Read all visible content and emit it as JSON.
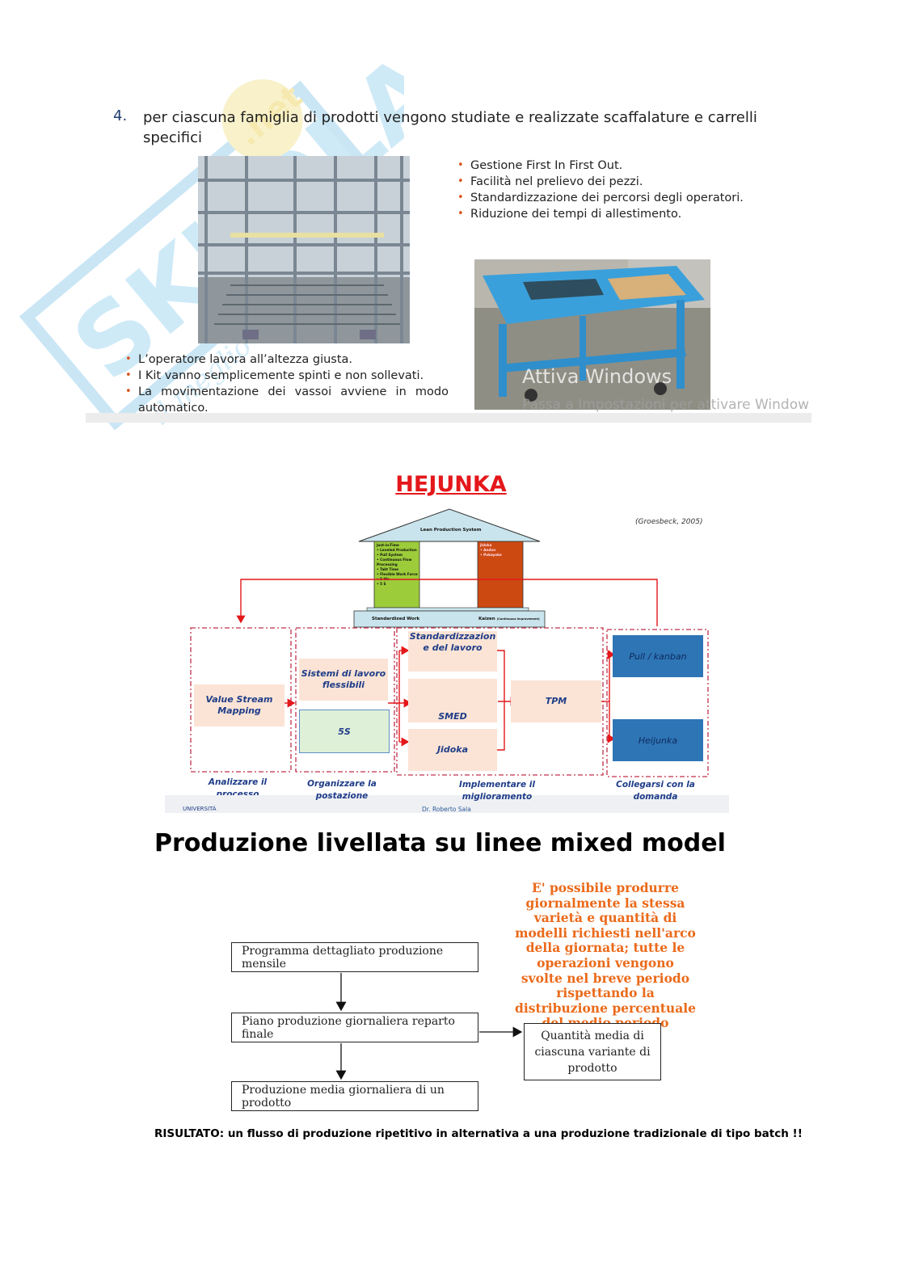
{
  "watermark": {
    "brand": "SKUOLA",
    "net": ".net",
    "tagline": "il meglio della rete"
  },
  "section1": {
    "item_number": "4.",
    "item_text": "per ciascuna famiglia di prodotti vengono studiate e realizzate scaffalature e carrelli specifici",
    "right_bullets": [
      "Gestione First In First Out.",
      "Facilità nel prelievo dei pezzi.",
      "Standardizzazione dei percorsi degli operatori.",
      "Riduzione dei tempi di allestimento."
    ],
    "left_bullets": [
      "L’operatore lavora all’altezza giusta.",
      "I Kit vanno semplicemente spinti e non sollevati.",
      "La movimentazione dei vassoi avviene in modo automatico."
    ],
    "activate_windows": "Attiva Windows",
    "activate_windows_sub": "Passa a Impostazioni per attivare Windows."
  },
  "hejunka": {
    "title": "HEJUNKA",
    "citation": "(Groesbeck, 2005)",
    "house": {
      "roof": "Lean Production System",
      "base_left": "Standardized Work",
      "base_right": "Kaizen",
      "base_right_small": "(Continuous Improvement)",
      "left_pillar": [
        "Just-in-Time",
        "• Leveled Production",
        "• Pull System",
        "• Continuous Flow Processing",
        "• Takt Time",
        "• Flexible Work Force",
        "• 5 Ws",
        "• 5 S"
      ],
      "right_pillar": [
        "Jidoka",
        "• Andon",
        "• Pokayoke"
      ]
    },
    "boxes": {
      "vsm": "Value Stream Mapping",
      "sistemi": "Sistemi di lavoro flessibili",
      "five_s": "5S",
      "standard": "Standardizzazion e del lavoro",
      "smed": "SMED",
      "jidoka": "Jidoka",
      "tpm": "TPM",
      "pull": "Pull / kanban",
      "heijunka": "Heijunka"
    },
    "phases": [
      "Analizzare il processo",
      "Organizzare la postazione",
      "Implementare il miglioramento",
      "Collegarsi con la domanda"
    ],
    "footer_left": "UNIVERSITÀ",
    "footer_author": "Dr. Roberto Sala"
  },
  "mixed_model": {
    "title": "Produzione livellata su linee mixed model",
    "note": "E' possibile produrre giornalmente la stessa varietà e quantità di modelli richiesti nell'arco della giornata; tutte le operazioni vengono svolte nel breve periodo rispettando la distribuzione percentuale del medio periodo",
    "box1": "Programma dettagliato produzione mensile",
    "box2": "Piano produzione giornaliera reparto finale",
    "box3": "Produzione media giornaliera di un prodotto",
    "box4": "Quantità media di ciascuna variante di prodotto",
    "result": "RISULTATO: un flusso di produzione ripetitivo in alternativa a una produzione tradizionale di tipo batch !!"
  },
  "colors": {
    "red": "#e4171b",
    "orange": "#ea6a1a",
    "navy": "#1f3d88",
    "blue": "#2e75b6",
    "peach": "#fbe4d6"
  }
}
